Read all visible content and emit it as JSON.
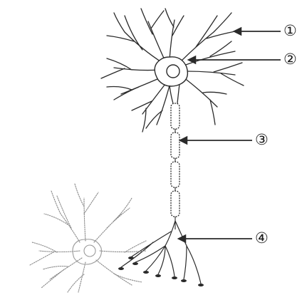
{
  "labels": {
    "l1": "①",
    "l2": "②",
    "l3": "③",
    "l4": "④"
  },
  "parts": [
    {
      "id": "dendrite",
      "label_ref": "l1"
    },
    {
      "id": "cell-body",
      "label_ref": "l2"
    },
    {
      "id": "myelin-sheath-axon",
      "label_ref": "l3"
    },
    {
      "id": "axon-terminal",
      "label_ref": "l4"
    }
  ],
  "colors": {
    "line": "#2a2a2a",
    "faint": "#8a8a8a",
    "background": "#ffffff"
  }
}
